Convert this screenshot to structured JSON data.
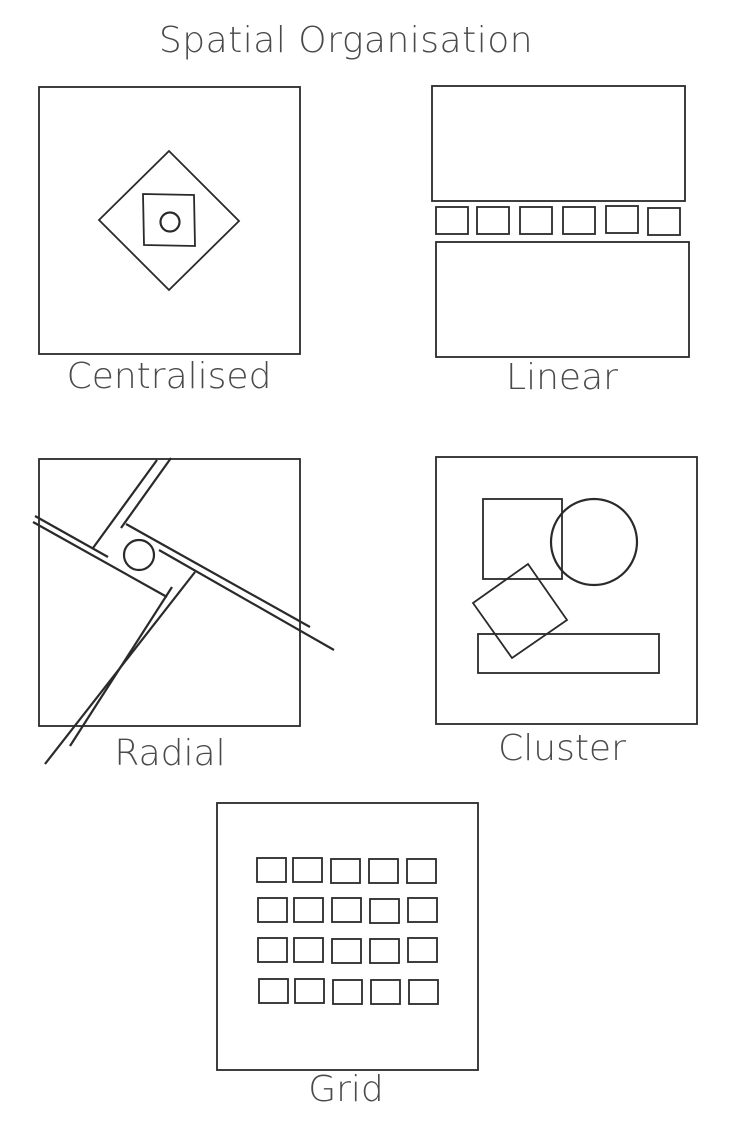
{
  "title": "Spatial Organisation",
  "diagrams": [
    {
      "id": "centralised",
      "label": "Centralised",
      "elements": [
        "outer-square",
        "rotated-diamond",
        "inner-square",
        "center-circle"
      ]
    },
    {
      "id": "linear",
      "label": "Linear",
      "elements": [
        "top-rectangle",
        "row-of-6-small-squares",
        "bottom-rectangle"
      ]
    },
    {
      "id": "radial",
      "label": "Radial",
      "elements": [
        "outer-square",
        "four-double-line-arms",
        "center-circle"
      ]
    },
    {
      "id": "cluster",
      "label": "Cluster",
      "elements": [
        "outer-square",
        "square",
        "circle",
        "rotated-square",
        "long-rectangle"
      ]
    },
    {
      "id": "grid",
      "label": "Grid",
      "elements": [
        "outer-square",
        "grid-5-columns-4-rows-of-small-squares"
      ],
      "grid": {
        "columns": 5,
        "rows": 4
      }
    }
  ],
  "colors": {
    "stroke": "#2a2a2a",
    "text": "#4a4a4a",
    "background": "#ffffff"
  }
}
